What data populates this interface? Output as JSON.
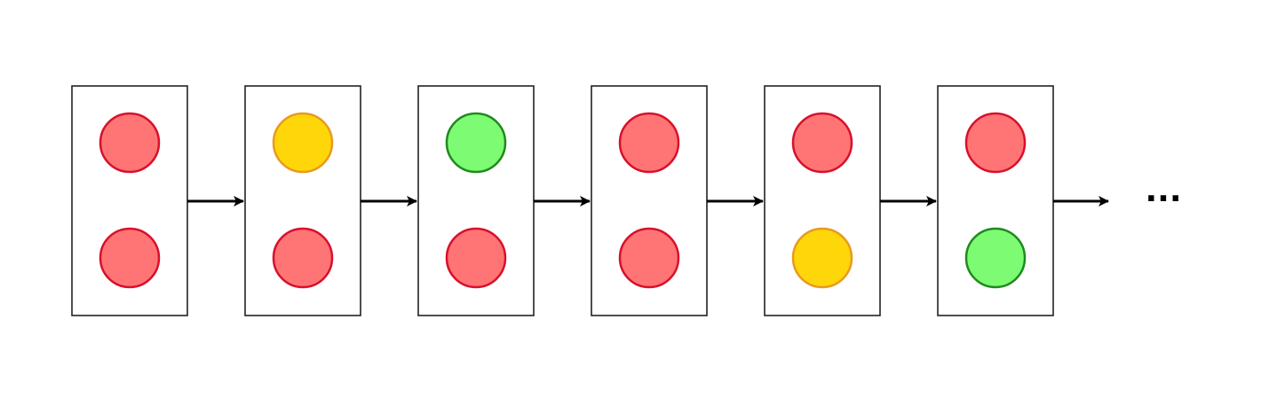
{
  "colors": {
    "red": {
      "fill": "#ff7474",
      "stroke": "#d8102c"
    },
    "yellow": {
      "fill": "#ffd60a",
      "stroke": "#e89a1e"
    },
    "green": {
      "fill": "#7dfb72",
      "stroke": "#1e8a1e"
    },
    "frame": "#222222",
    "arrow": "#000000"
  },
  "states": [
    {
      "top": "red",
      "bottom": "red"
    },
    {
      "top": "yellow",
      "bottom": "red"
    },
    {
      "top": "green",
      "bottom": "red"
    },
    {
      "top": "red",
      "bottom": "red"
    },
    {
      "top": "red",
      "bottom": "yellow"
    },
    {
      "top": "red",
      "bottom": "green"
    }
  ],
  "continuation": "···"
}
